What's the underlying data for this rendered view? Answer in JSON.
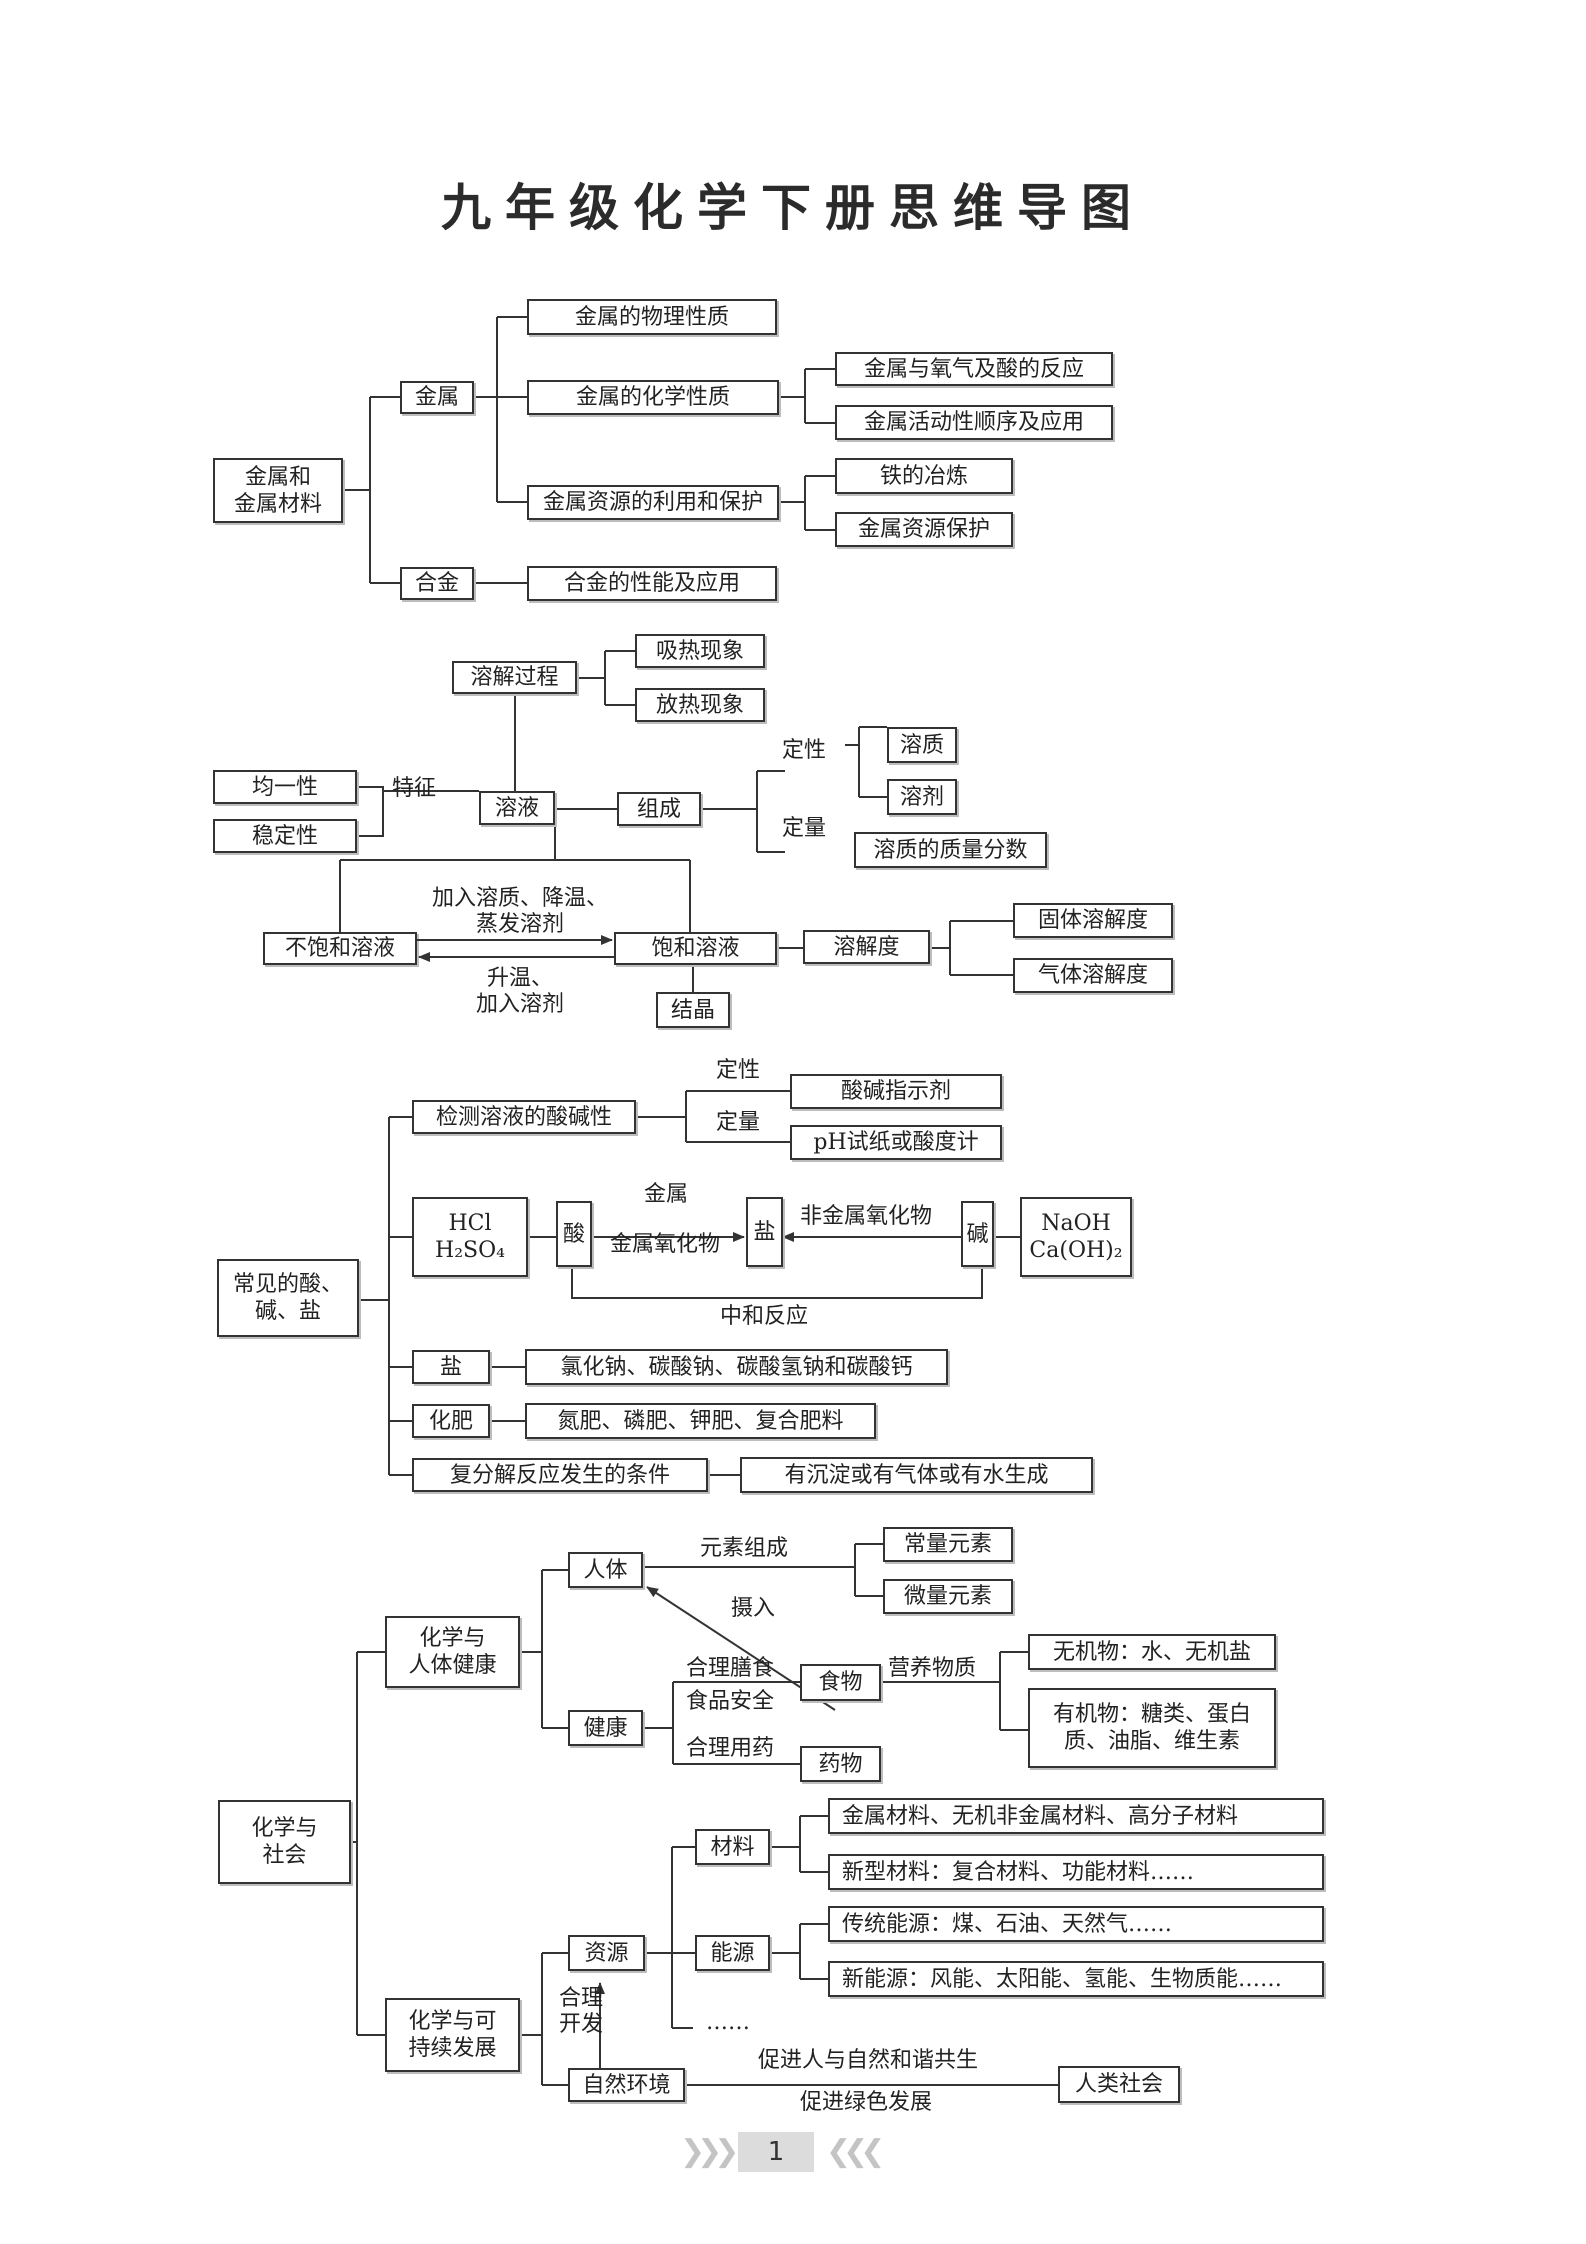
{
  "title": "九年级化学下册思维导图",
  "page_number": "1",
  "section1": {
    "root": [
      "金属和",
      "金属材料"
    ],
    "metal": "金属",
    "alloy": "合金",
    "physical": "金属的物理性质",
    "chemical": "金属的化学性质",
    "resources": "金属资源的利用和保护",
    "alloy_props": "合金的性能及应用",
    "oxygen_acid": "金属与氧气及酸的反应",
    "activity": "金属活动性顺序及应用",
    "smelting": "铁的冶炼",
    "protection": "金属资源保护"
  },
  "section2": {
    "dissolution": "溶解过程",
    "endothermic": "吸热现象",
    "exothermic": "放热现象",
    "homogeneous": "均一性",
    "stable": "稳定性",
    "feature": "特征",
    "solution": "溶液",
    "composition": "组成",
    "qualitative": "定性",
    "quantitative": "定量",
    "solute": "溶质",
    "solvent": "溶剂",
    "mass_fraction": "溶质的质量分数",
    "unsaturated": "不饱和溶液",
    "saturated": "饱和溶液",
    "to_saturated": [
      "加入溶质、降温、",
      "蒸发溶剂"
    ],
    "to_unsaturated": [
      "升温、",
      "加入溶剂"
    ],
    "solubility": "溶解度",
    "solid_solubility": "固体溶解度",
    "gas_solubility": "气体溶解度",
    "crystallization": "结晶"
  },
  "section3": {
    "root": [
      "常见的酸、",
      "碱、盐"
    ],
    "detect": "检测溶液的酸碱性",
    "qualitative": "定性",
    "quantitative": "定量",
    "indicator": "酸碱指示剂",
    "ph": "pH试纸或酸度计",
    "acids": [
      "HCl",
      "H₂SO₄"
    ],
    "acid": "酸",
    "salt": "盐",
    "base": "碱",
    "bases": [
      "NaOH",
      "Ca(OH)₂"
    ],
    "metal": "金属",
    "metal_oxide": "金属氧化物",
    "nonmetal_oxide": "非金属氧化物",
    "neutralization": "中和反应",
    "salt_label": "盐",
    "salt_examples": "氯化钠、碳酸钠、碳酸氢钠和碳酸钙",
    "fertilizer": "化肥",
    "fertilizer_examples": "氮肥、磷肥、钾肥、复合肥料",
    "double_decomp": "复分解反应发生的条件",
    "double_decomp_cond": "有沉淀或有气体或有水生成"
  },
  "section4": {
    "root": [
      "化学与",
      "社会"
    ],
    "health": [
      "化学与",
      "人体健康"
    ],
    "sustain": [
      "化学与可",
      "持续发展"
    ],
    "body": "人体",
    "wellness": "健康",
    "element_comp": "元素组成",
    "macro": "常量元素",
    "trace": "微量元素",
    "intake": "摄入",
    "diet": "合理膳食",
    "food_safety": "食品安全",
    "medication": "合理用药",
    "food": "食物",
    "drug": "药物",
    "nutrients": "营养物质",
    "inorganic": "无机物：水、无机盐",
    "organic": [
      "有机物：糖类、蛋白",
      "质、油脂、维生素"
    ],
    "resources": "资源",
    "rational_dev": [
      "合理",
      "开发"
    ],
    "environment": "自然环境",
    "materials": "材料",
    "energy": "能源",
    "more": "……",
    "mat1": "金属材料、无机非金属材料、高分子材料",
    "mat2": "新型材料：复合材料、功能材料……",
    "en1": "传统能源：煤、石油、天然气……",
    "en2": "新能源：风能、太阳能、氢能、生物质能……",
    "harmony": "促进人与自然和谐共生",
    "green": "促进绿色发展",
    "society": "人类社会"
  }
}
